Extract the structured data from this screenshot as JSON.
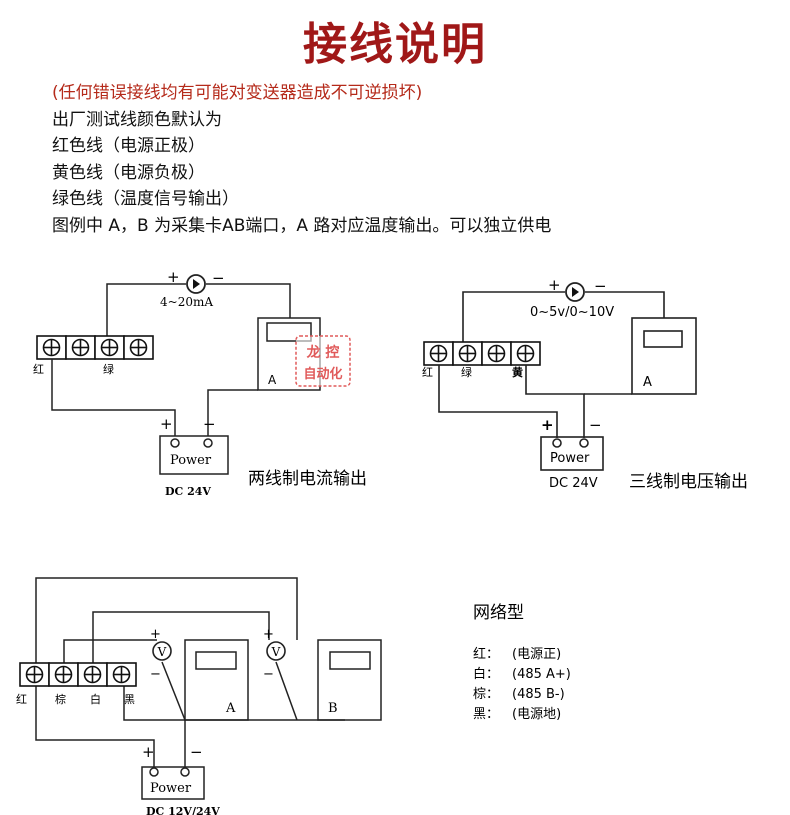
{
  "title": "接线说明",
  "notes": {
    "warning": "(任何错误接线均有可能对变送器造成不可逆损坏)",
    "line1": "出厂测试线颜色默认为",
    "line2": "红色线（电源正极）",
    "line3": "黄色线（电源负极）",
    "line4": "绿色线（温度信号输出）",
    "line5": "图例中 A，B 为采集卡AB端口，A 路对应温度输出。可以独立供电"
  },
  "diagram1": {
    "caption": "两线制电流输出",
    "current_label": "4~20mA",
    "plus": "+",
    "minus": "−",
    "terminal_red": "红",
    "terminal_green": "绿",
    "device_a": "A",
    "power_label": "Power",
    "dc_label": "DC 24V",
    "watermark_line1": "龙 控",
    "watermark_line2": "自动化"
  },
  "diagram2": {
    "caption": "三线制电压输出",
    "voltage_label": "0~5v/0~10V",
    "plus": "+",
    "minus": "−",
    "terminal_red": "红",
    "terminal_green": "绿",
    "terminal_yellow": "黄",
    "device_a": "A",
    "power_label": "Power",
    "dc_label": "DC 24V"
  },
  "diagram3": {
    "caption": "网络型",
    "terminal_red": "红",
    "terminal_brown": "棕",
    "terminal_white": "白",
    "terminal_black": "黑",
    "meter_v": "V",
    "plus": "+",
    "minus": "−",
    "device_a": "A",
    "device_b": "B",
    "power_label": "Power",
    "dc_label": "DC 12V/24V",
    "legend": [
      {
        "key": "红：",
        "value": "(电源正)"
      },
      {
        "key": "白：",
        "value": "(485 A+)"
      },
      {
        "key": "棕：",
        "value": "(485 B-)"
      },
      {
        "key": "黑：",
        "value": "(电源地)"
      }
    ]
  },
  "colors": {
    "title": "#a01818",
    "warning": "#b52a1a",
    "watermark": "#e05a5a"
  }
}
